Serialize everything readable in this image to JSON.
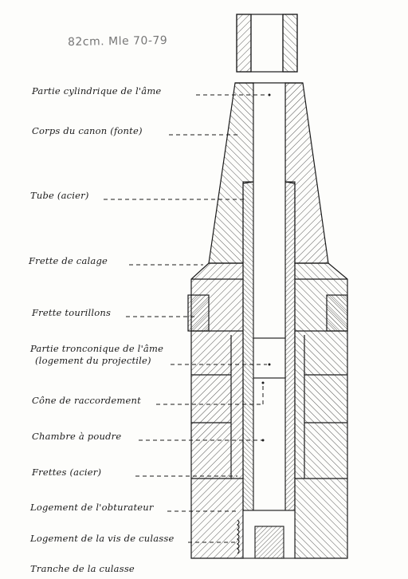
{
  "annotation": "82cm. Mle 70-79",
  "labels": [
    "Partie cylindrique de l'âme",
    "Corps du canon (fonte)",
    "Tube (acier)",
    "Frette de calage",
    "Frette tourillons",
    "Partie tronconique de l'âme",
    "(logement du projectile)",
    "Cône de raccordement",
    "Chambre à poudre",
    "Frettes (acier)",
    "Logement de l'obturateur",
    "Logement de la vis de culasse",
    "Tranche de la culasse"
  ],
  "colors": {
    "ink": "#1a1a1a",
    "paper": "#fdfdfb",
    "hatch": "#444444",
    "pencil": "#777777"
  }
}
